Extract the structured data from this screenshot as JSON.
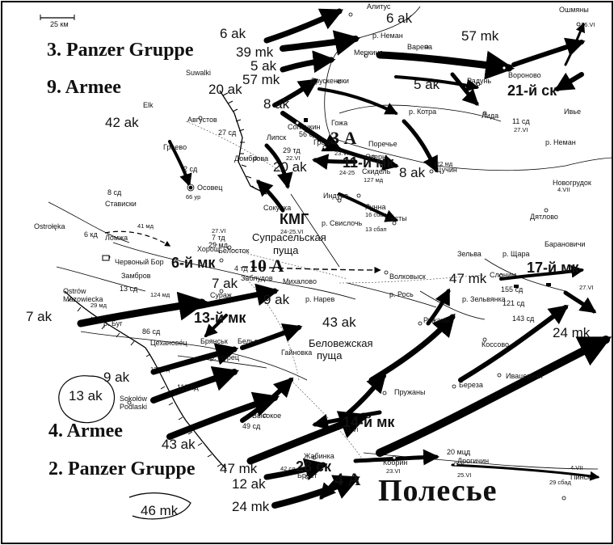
{
  "scale": {
    "label": "25 км"
  },
  "formations": {
    "pzg3": "3. Panzer Gruppe",
    "armee9": "9. Armee",
    "armee4": "4. Armee",
    "pzg2": "2. Panzer Gruppe"
  },
  "region": {
    "polesye": "Полесье"
  },
  "german_units": {
    "ak6a": "6 ak",
    "ak6b": "6 ak",
    "mk39": "39 mk",
    "ak5a": "5 ak",
    "mk57a": "57 mk",
    "mk57b": "57 mk",
    "ak5b": "5 ak",
    "ak20a": "20 ak",
    "ak8a": "8 ak",
    "ak42": "42 ak",
    "ak20b": "20 ak",
    "ak8b": "8 ak",
    "ak7a": "7 ak",
    "ak9a": "9 ak",
    "ak7b": "7 ak",
    "ak43a": "43 ak",
    "ak9b": "9 ak",
    "ak13": "13 ak",
    "ak43b": "43 ak",
    "mk47": "47 mk",
    "ak12": "12 ak",
    "mk24a": "24 mk",
    "mk46": "46 mk",
    "mk24b": "24 mk"
  },
  "soviet_armies": {
    "a3": "3 А",
    "a10": "10 А",
    "a4": "4 А",
    "kmg": "КМГ",
    "kmg_date": "24-25.VI"
  },
  "soviet_corps": {
    "sk21": "21-й ск",
    "mk11": "11-й мк",
    "mk6": "6-й мк",
    "mk13": "13-й мк",
    "mk17": "17-й мк",
    "mk14": "14-й мк",
    "mk28": "28 ск"
  },
  "soviet_divisions": {
    "sd56": "56 сд",
    "sd27": "27 сд",
    "td29": "29 тд",
    "td29date": "22.VI",
    "vi23": "23.VI",
    "d2425": "24-25",
    "sd127": "127 мд",
    "sd122": "122 мд",
    "sd11": "11 сд",
    "vi27a": "27.VI",
    "sd2": "2 сд",
    "ur66": "66 ур",
    "sd8": "8 сд",
    "kd6": "6 кд",
    "td7": "7 тд",
    "md29": "29 мд",
    "vi27b": "27.VI",
    "td4": "4 тд",
    "sd13": "13 сд",
    "md124": "124 мд",
    "md29b": "29 мд",
    "sd86": "86 сд",
    "md126": "126 мд",
    "sd113": "113 сд",
    "sd49": "49 сд",
    "sd42": "42 сд",
    "vi23b": "23.VI",
    "sd155": "155 сд",
    "sd121": "121 сд",
    "sd143": "143 сд",
    "vi27c": "27.VI",
    "mcd20": "20 мцд",
    "vi25": "25.VI",
    "vi4": "4.VII",
    "vi4b": "4.VII",
    "sbad29": "29 сбад",
    "vi26": "26.VI",
    "sbap16": "16 сбап",
    "sbap13": "13 сбап",
    "md41": "41 мд",
    "vi23c": "23.VI"
  },
  "towns": {
    "alitus": "Алитус",
    "oshmyany": "Ошмяны",
    "neman1": "р. Неман",
    "suwalki": "Suwalki",
    "varena": "Варена",
    "merkine": "Меркине",
    "druskininkai": "Друскеники",
    "raduny": "Радунь",
    "voronovo": "Вороново",
    "elk": "Elk",
    "avgustov": "Августов",
    "kotra": "р. Котра",
    "lida": "Лида",
    "ivye": "Ивье",
    "sopotskin": "Сопоцкин",
    "gozha": "Гожа",
    "lipsk": "Липск",
    "grodno": "Гродно",
    "porechye": "Поречье",
    "ozery": "Озеры",
    "skidel": "Скидель",
    "shchuchin": "Щучин",
    "neman2": "р. Неман",
    "grayevo": "Граево",
    "dombrova": "Домброва",
    "osovets": "Осовец",
    "novogrudok": "Новогрудок",
    "stavisk": "Стависки",
    "indura": "Индура",
    "sokulka": "Сокулка",
    "lunna": "Лунна",
    "mosty": "Мосты",
    "dyatlovo": "Дятлово",
    "ostroleka": "Ostrołęka",
    "svisloch": "р. Свислочь",
    "lomzha": "Ломжа",
    "khorosch": "Хорощ",
    "belostok": "Белосток",
    "supr": "Супрасельская",
    "pushcha1": "пуща",
    "chervony": "Червоный Бор",
    "zambrov": "Замбров",
    "zelva": "Зельва",
    "shchara": "р. Щара",
    "baranovichi": "Барановичи",
    "ostrow": "Ostrów",
    "mazow": "Mazowiecka",
    "zabludov": "Заблудов",
    "mikhalovo": "Михалово",
    "volkovysk": "Волковыск",
    "slonim": "Слоним",
    "surazh": "Сураж",
    "naroy": "р. Нарев",
    "ros": "р. Рось",
    "zelvyanka": "р. Зельвянка",
    "bug": "р. Буг",
    "bransk": "Брянськ",
    "belsk": "Бельск",
    "ruzhany": "Ружаны",
    "kossovo": "Коссово",
    "tsekhanovets": "Цеханове́ц",
    "nurets": "р. Нурец",
    "gaynovka": "Гайновка",
    "belovezh": "Беловежская",
    "pushcha2": "пуща",
    "ivatsevichi": "Ивацевичи",
    "sokolow": "Sokołów",
    "podlaski": "Podlaski",
    "pruzhany": "Пружаны",
    "bereza": "Береза",
    "vysokoe": "Высокое",
    "zhabinka": "Жабинка",
    "brest": "Брест",
    "kobrin": "Кобрин",
    "drogichin": "Дрогичин",
    "pinsk": "Пинск"
  }
}
